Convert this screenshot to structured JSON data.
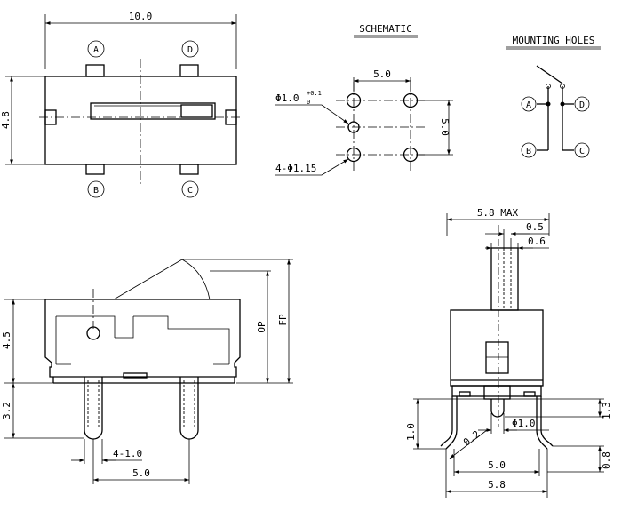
{
  "headings": {
    "schematic": "SCHEMATIC",
    "mounting": "MOUNTING HOLES"
  },
  "top_view": {
    "width": "10.0",
    "height": "4.8",
    "pins": {
      "a": "A",
      "b": "B",
      "d": "D",
      "c": "C"
    }
  },
  "footprint": {
    "pitch_x": "5.0",
    "pitch_y": "5.0",
    "small_hole_prefix": "Φ1.0",
    "small_hole_tol_upper": "+0.1",
    "small_hole_tol_lower": "0",
    "big_holes": "4-Φ1.15"
  },
  "circuit": {
    "a": "A",
    "b": "B",
    "c": "C",
    "d": "D"
  },
  "side_view": {
    "body_height": "4.5",
    "pin_length": "3.2",
    "pin_size": "4-1.0",
    "pin_pitch": "5.0",
    "op": "OP",
    "fp": "FP"
  },
  "end_view": {
    "max_width": "5.8 MAX",
    "actuator_a": "0.5",
    "actuator_b": "0.6",
    "pin_right": "1.3",
    "pin_dia": "Φ1.0",
    "height_left": "1.0",
    "radius": "0.2",
    "leg_right": "0.8",
    "inner_width": "5.0",
    "outer_width": "5.8"
  }
}
